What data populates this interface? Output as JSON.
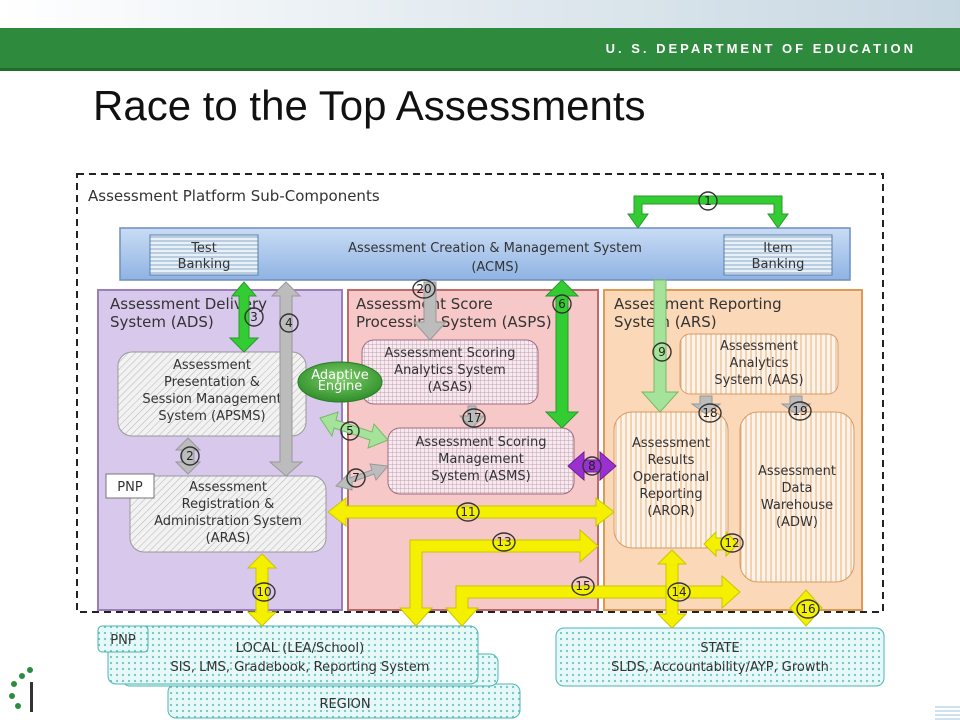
{
  "header": {
    "department": "U. S.  DEPARTMENT OF EDUCATION",
    "title": "Race to the Top Assessments"
  },
  "diagram": {
    "frame_title": "Assessment Platform Sub-Components",
    "acms": {
      "line1": "Assessment Creation & Management System",
      "line2": "(ACMS)"
    },
    "test_banking": {
      "line1": "Test",
      "line2": "Banking"
    },
    "item_banking": {
      "line1": "Item",
      "line2": "Banking"
    },
    "ads": {
      "line1": "Assessment Delivery",
      "line2": "System (ADS)"
    },
    "asps": {
      "line1": "Assessment Score",
      "line2": "Processing System (ASPS)"
    },
    "ars": {
      "line1": "Assessment Reporting",
      "line2": "System (ARS)"
    },
    "apsms": {
      "line1": "Assessment",
      "line2": "Presentation &",
      "line3": "Session Management",
      "line4": "System (APSMS)"
    },
    "adaptive": {
      "line1": "Adaptive",
      "line2": "Engine"
    },
    "pnp": "PNP",
    "aras": {
      "line1": "Assessment",
      "line2": "Registration &",
      "line3": "Administration System",
      "line4": "(ARAS)"
    },
    "asas": {
      "line1": "Assessment Scoring",
      "line2": "Analytics System",
      "line3": "(ASAS)"
    },
    "asms": {
      "line1": "Assessment Scoring",
      "line2": "Management",
      "line3": "System (ASMS)"
    },
    "aas": {
      "line1": "Assessment",
      "line2": "Analytics",
      "line3": "System (AAS)"
    },
    "aror": {
      "line1": "Assessment",
      "line2": "Results",
      "line3": "Operational",
      "line4": "Reporting",
      "line5": "(AROR)"
    },
    "adw": {
      "line1": "Assessment",
      "line2": "Data",
      "line3": "Warehouse",
      "line4": "(ADW)"
    },
    "local": {
      "pnp": "PNP",
      "line1": "LOCAL (LEA/School)",
      "line2": "SIS, LMS, Gradebook, Reporting System"
    },
    "region": "REGION",
    "state": {
      "line1": "STATE",
      "line2": "SLDS, Accountability/AYP, Growth"
    },
    "flows": [
      "1",
      "2",
      "3",
      "4",
      "5",
      "6",
      "7",
      "8",
      "9",
      "10",
      "11",
      "12",
      "13",
      "14",
      "15",
      "16",
      "17",
      "18",
      "19",
      "20"
    ],
    "colors": {
      "green": "#33cc33",
      "yellow": "#f5f000",
      "gray": "#bcbcbc",
      "purple": "#9b30d0",
      "lightgreen": "#a6e39a"
    }
  }
}
